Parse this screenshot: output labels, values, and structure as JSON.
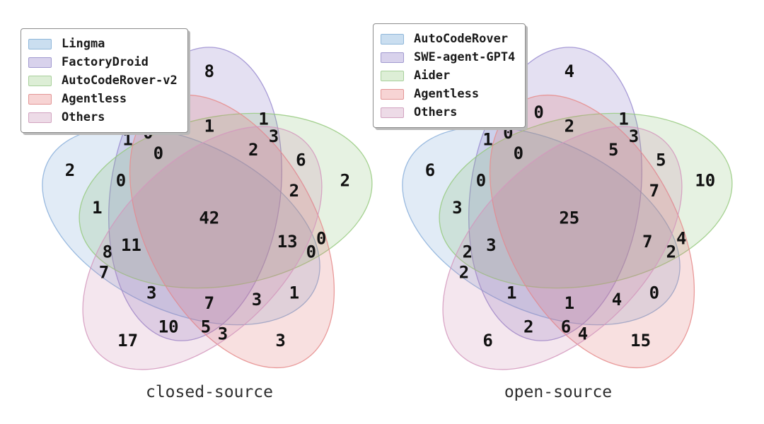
{
  "panels": [
    {
      "caption": "closed-source",
      "legend": [
        {
          "label": "Lingma",
          "fill": "#cadef0",
          "edge": "#8fb7da"
        },
        {
          "label": "FactoryDroid",
          "fill": "#d8d2ec",
          "edge": "#a29ad0"
        },
        {
          "label": "AutoCodeRover-v2",
          "fill": "#ddeed6",
          "edge": "#a8d09b"
        },
        {
          "label": "Agentless",
          "fill": "#f7d4d4",
          "edge": "#e39595"
        },
        {
          "label": "Others",
          "fill": "#eddbe7",
          "edge": "#d2a3c0"
        }
      ]
    },
    {
      "caption": "open-source",
      "legend": [
        {
          "label": "AutoCodeRover",
          "fill": "#cadef0",
          "edge": "#8fb7da"
        },
        {
          "label": "SWE-agent-GPT4",
          "fill": "#d8d2ec",
          "edge": "#a29ad0"
        },
        {
          "label": "Aider",
          "fill": "#ddeed6",
          "edge": "#a8d09b"
        },
        {
          "label": "Agentless",
          "fill": "#f7d4d4",
          "edge": "#e39595"
        },
        {
          "label": "Others",
          "fill": "#eddbe7",
          "edge": "#d2a3c0"
        }
      ]
    }
  ],
  "chart_data": [
    {
      "type": "venn5",
      "title": "closed-source",
      "sets": [
        "Lingma",
        "FactoryDroid",
        "AutoCodeRover-v2",
        "Agentless",
        "Others"
      ],
      "region_values": {
        "10000": 2,
        "01000": 8,
        "00100": 2,
        "00010": 3,
        "00001": 17,
        "11000": 1,
        "10100": 1,
        "10010": 1,
        "10001": 7,
        "01100": 1,
        "01010": 0,
        "01001": 10,
        "00110": 0,
        "00101": 6,
        "00011": 3,
        "11100": 0,
        "11010": 0,
        "11001": 3,
        "10110": 0,
        "10101": 8,
        "10011": 3,
        "01110": 1,
        "01101": 3,
        "01011": 5,
        "00111": 2,
        "11110": 0,
        "11101": 11,
        "11011": 7,
        "10111": 13,
        "01111": 2,
        "11111": 42
      }
    },
    {
      "type": "venn5",
      "title": "open-source",
      "sets": [
        "AutoCodeRover",
        "SWE-agent-GPT4",
        "Aider",
        "Agentless",
        "Others"
      ],
      "region_values": {
        "10000": 6,
        "01000": 4,
        "00100": 10,
        "00010": 15,
        "00001": 6,
        "11000": 1,
        "10100": 3,
        "10010": 0,
        "10001": 2,
        "01100": 1,
        "01010": 0,
        "01001": 2,
        "00110": 4,
        "00101": 5,
        "00011": 4,
        "11100": 0,
        "11010": 0,
        "11001": 1,
        "10110": 2,
        "10101": 2,
        "10011": 4,
        "01110": 2,
        "01101": 3,
        "01011": 6,
        "00111": 7,
        "11110": 0,
        "11101": 3,
        "11011": 1,
        "10111": 7,
        "01111": 5,
        "11111": 25
      }
    }
  ]
}
